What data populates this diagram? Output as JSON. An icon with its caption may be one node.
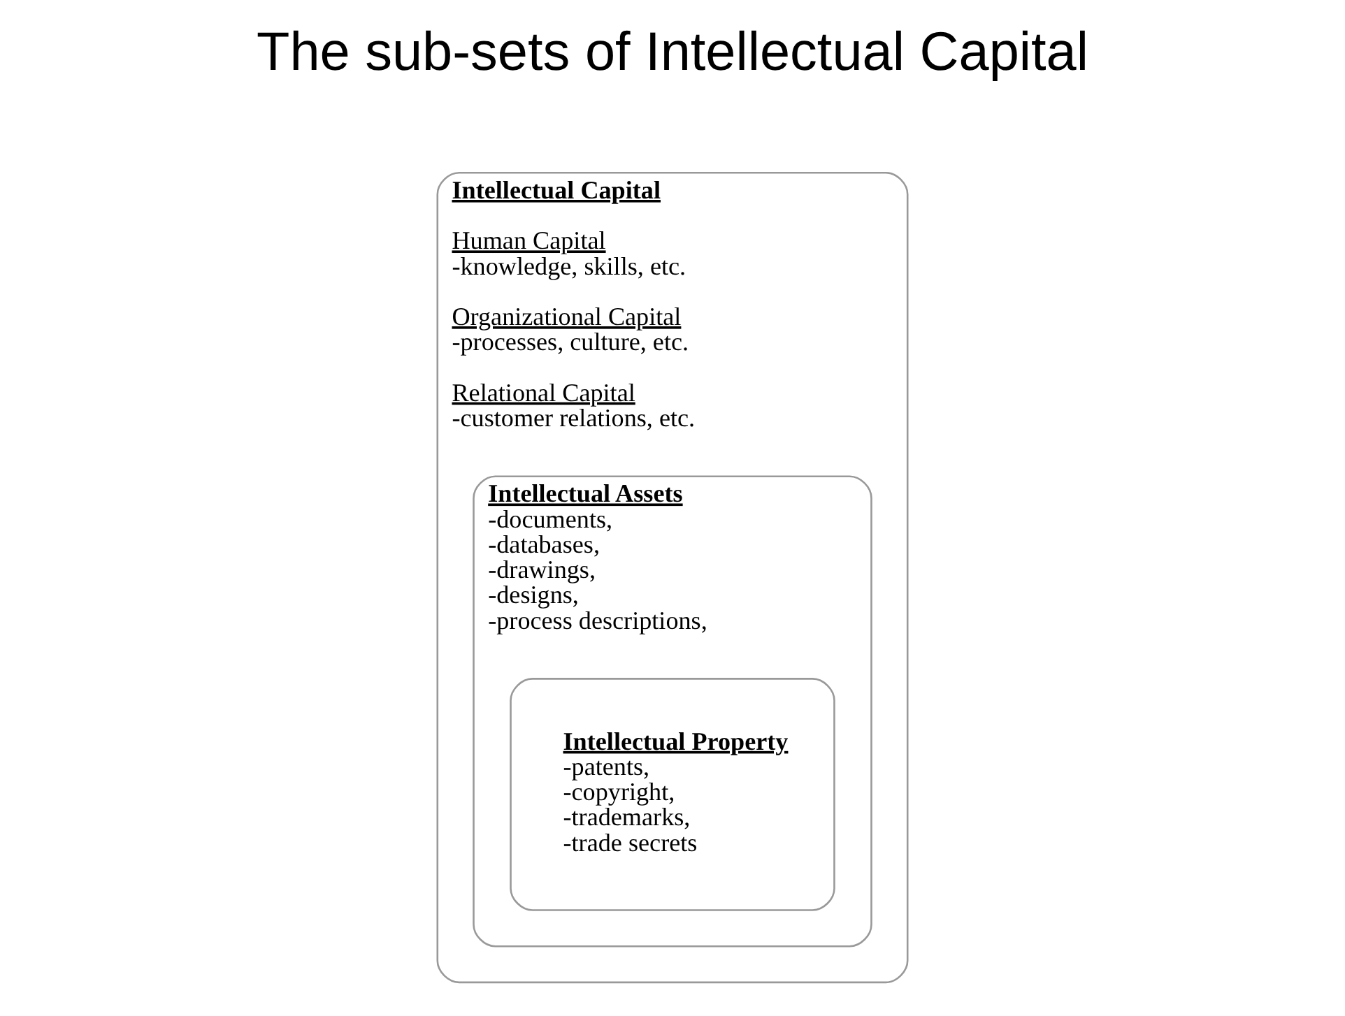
{
  "diagram": {
    "title": "The sub-sets of Intellectual Capital",
    "nodes": [
      {
        "text": [
          "Intellectual Capital",
          "Human Capital",
          "-knowledge, skills, etc.",
          "Organizational Capital",
          "-processes, culture, etc.",
          "Relational Capital",
          "-customer relations, etc."
        ]
      },
      {
        "text": [
          "Intellectual Assets",
          "-documents,",
          "-databases,",
          "-drawings,",
          "-designs,",
          "-process descriptions,"
        ],
        "in": 0
      },
      {
        "text": [
          "Intellectual Property",
          "-patents,",
          "-copyright,",
          "-trademarks,",
          "-trade secrets"
        ],
        "in": 1
      }
    ],
    "edges": []
  }
}
